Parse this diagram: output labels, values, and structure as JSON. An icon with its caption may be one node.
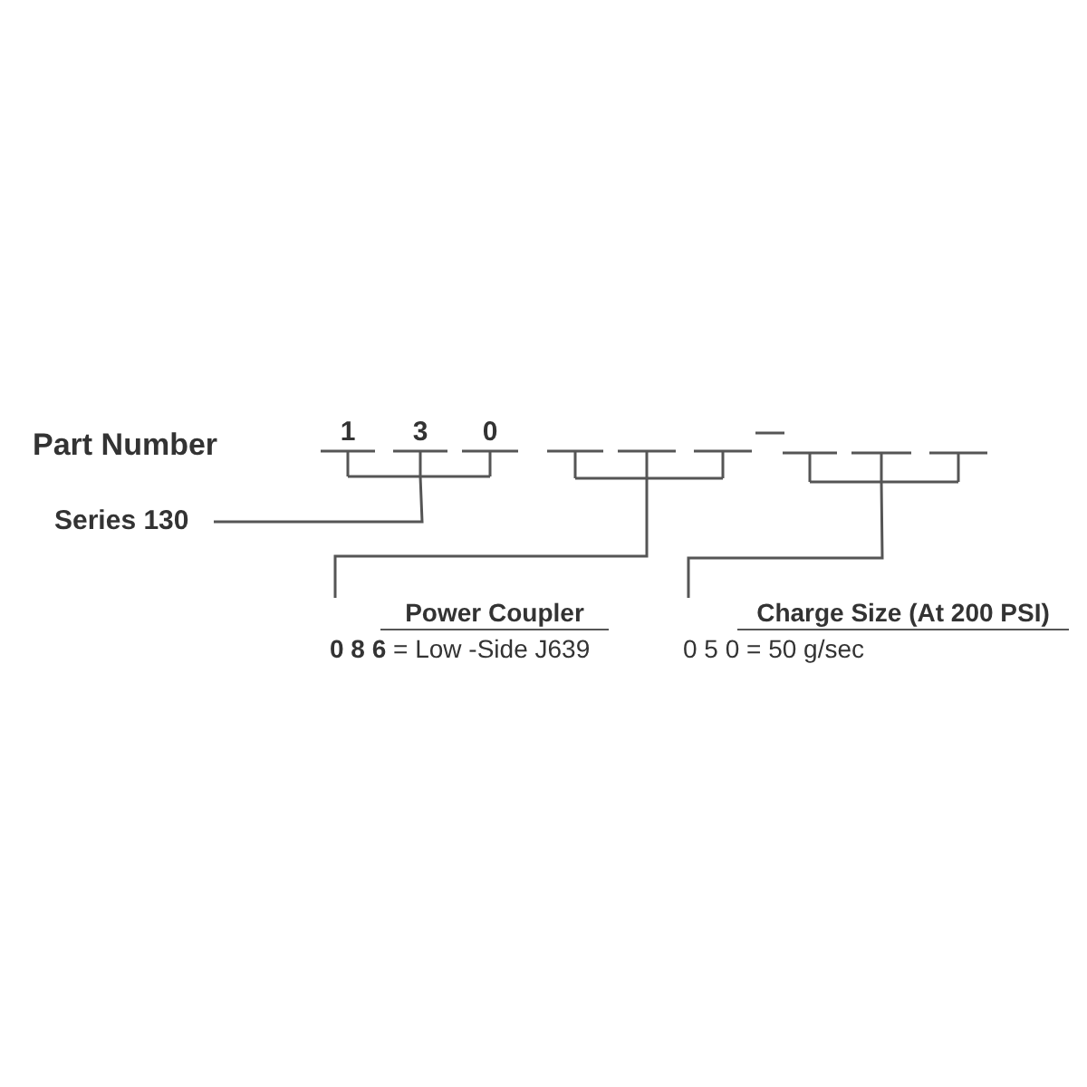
{
  "diagram": {
    "nodes": [
      {
        "text": [
          "Series 130"
        ]
      },
      {
        "text": [
          "1",
          "3",
          "0"
        ]
      },
      {
        "text": [],
        "shape": "bracket"
      },
      {
        "text": [
          "Power Coupler",
          "**0 8 6** = Low -Side J639"
        ]
      },
      {
        "text": [],
        "shape": "bracket"
      },
      {
        "text": [
          "Charge Size (At 200 PSI)",
          "0 5 0 = 50 g/sec"
        ]
      }
    ],
    "edges": [
      {
        "from": 1,
        "to": 0,
        "arrow": "none"
      },
      {
        "from": 2,
        "to": 3,
        "arrow": "none"
      },
      {
        "from": 4,
        "to": 5,
        "arrow": "none"
      }
    ],
    "labels": [
      "Part Number"
    ]
  }
}
